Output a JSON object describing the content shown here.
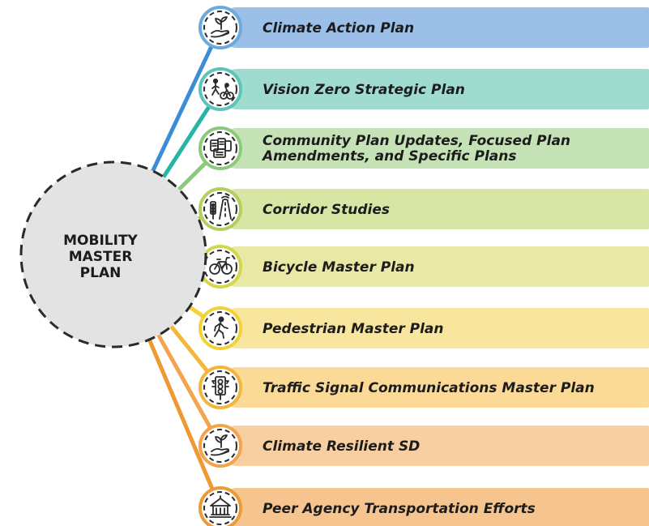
{
  "hub": {
    "lines": [
      "MOBILITY",
      "MASTER",
      "PLAN"
    ]
  },
  "items": [
    {
      "lines": [
        "Climate Action Plan"
      ],
      "icon": "hand-plant-icon",
      "color": "#9bbfe6",
      "line_color": "#3b8ed6",
      "ring": "#6aaae0"
    },
    {
      "lines": [
        "Vision Zero Strategic Plan"
      ],
      "icon": "pedestrian-cyclist-icon",
      "color": "#9fdccf",
      "line_color": "#27b3a6",
      "ring": "#5cc5b8"
    },
    {
      "lines": [
        "Community Plan Updates, Focused Plan",
        "Amendments, and Specific Plans"
      ],
      "icon": "documents-icon",
      "color": "#c4e2b6",
      "line_color": "#8cc97a",
      "ring": "#8cc97a"
    },
    {
      "lines": [
        "Corridor Studies"
      ],
      "icon": "road-signal-icon",
      "color": "#d7e5a5",
      "line_color": "#b4cf5f",
      "ring": "#b4cf5f"
    },
    {
      "lines": [
        "Bicycle Master Plan"
      ],
      "icon": "bicycle-icon",
      "color": "#e9e9a5",
      "line_color": "#d3d64a",
      "ring": "#d3d64a"
    },
    {
      "lines": [
        "Pedestrian Master Plan"
      ],
      "icon": "walking-person-icon",
      "color": "#f8e69f",
      "line_color": "#f2d236",
      "ring": "#f2d236"
    },
    {
      "lines": [
        "Traffic Signal Communications Master Plan"
      ],
      "icon": "traffic-light-icon",
      "color": "#fbd996",
      "line_color": "#f4b63a",
      "ring": "#f4b63a"
    },
    {
      "lines": [
        "Climate Resilient SD"
      ],
      "icon": "hand-plant-icon",
      "color": "#f8cfa0",
      "line_color": "#f3a44d",
      "ring": "#f3a44d"
    },
    {
      "lines": [
        "Peer Agency Transportation Efforts"
      ],
      "icon": "government-building-icon",
      "color": "#f6c48f",
      "line_color": "#ee9a33",
      "ring": "#ee9a33"
    }
  ]
}
